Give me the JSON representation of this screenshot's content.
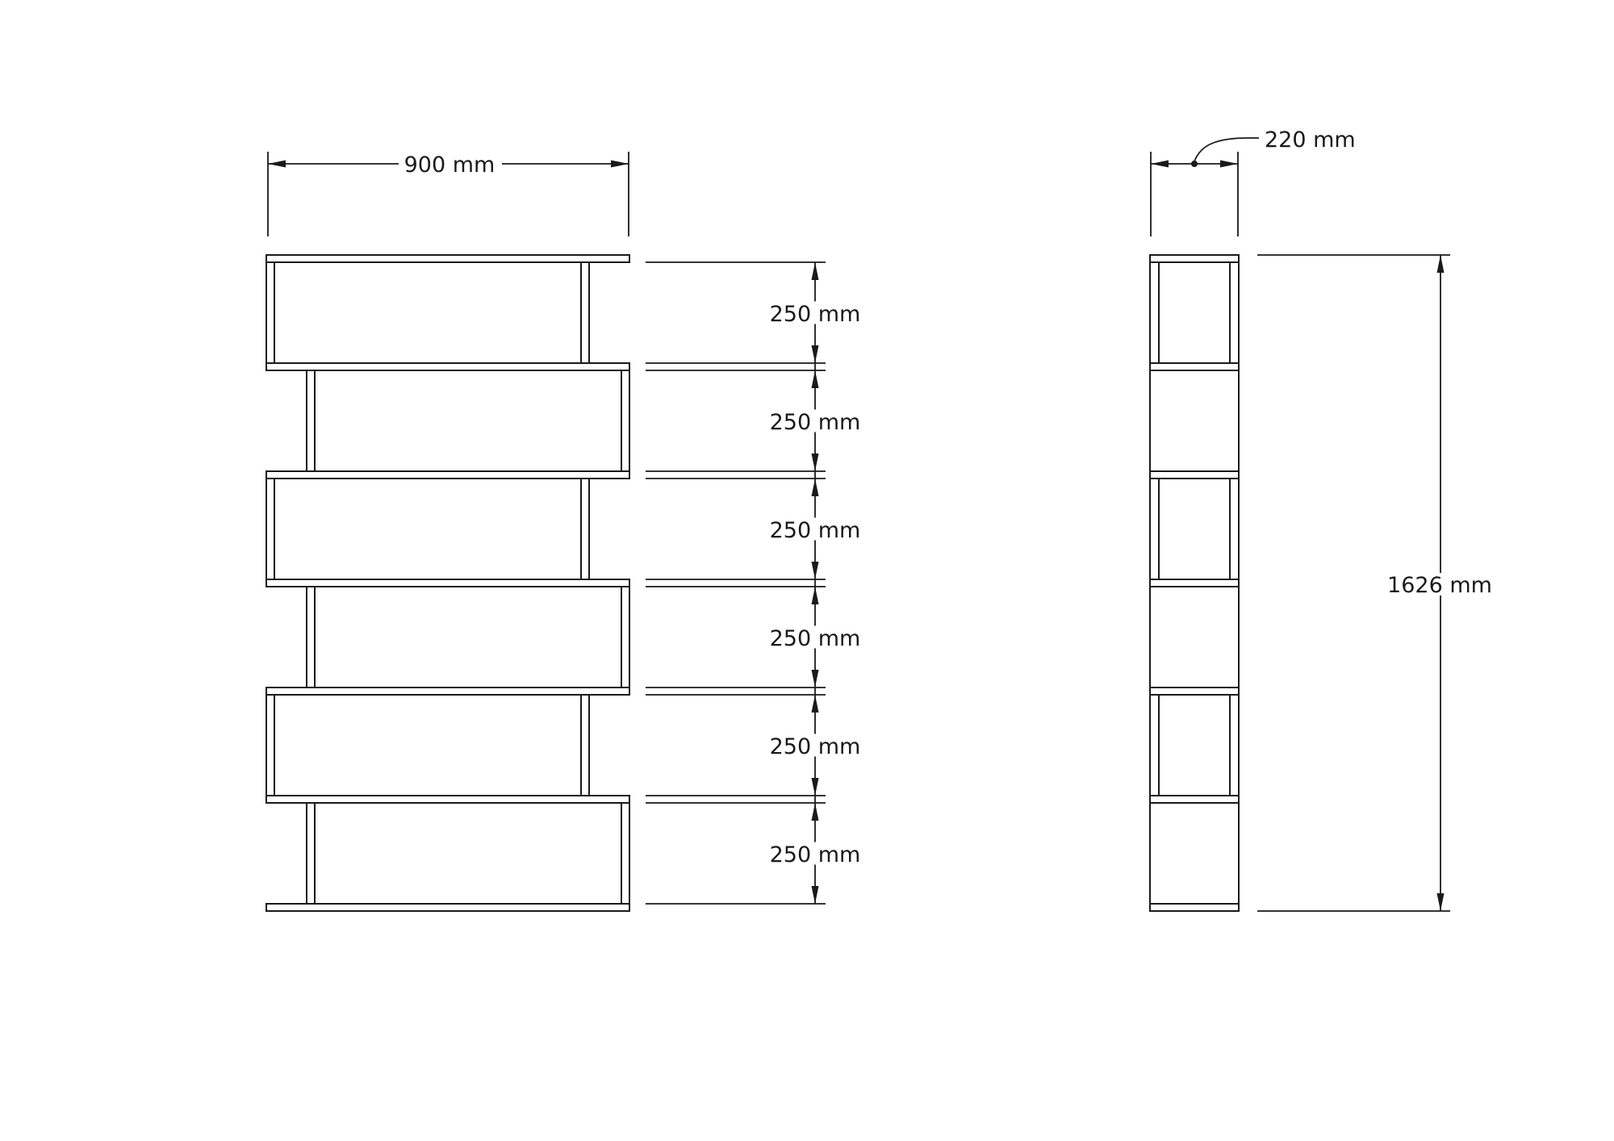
{
  "page": {
    "background_color": "#ffffff",
    "line_color": "#1a1a1a"
  },
  "front_view": {
    "width_dimension_label": "900 mm",
    "shelf_spacing_labels": [
      "250 mm",
      "250 mm",
      "250 mm",
      "250 mm",
      "250 mm",
      "250 mm"
    ]
  },
  "side_view": {
    "depth_dimension_label": "220 mm",
    "height_dimension_label": "1626 mm"
  }
}
